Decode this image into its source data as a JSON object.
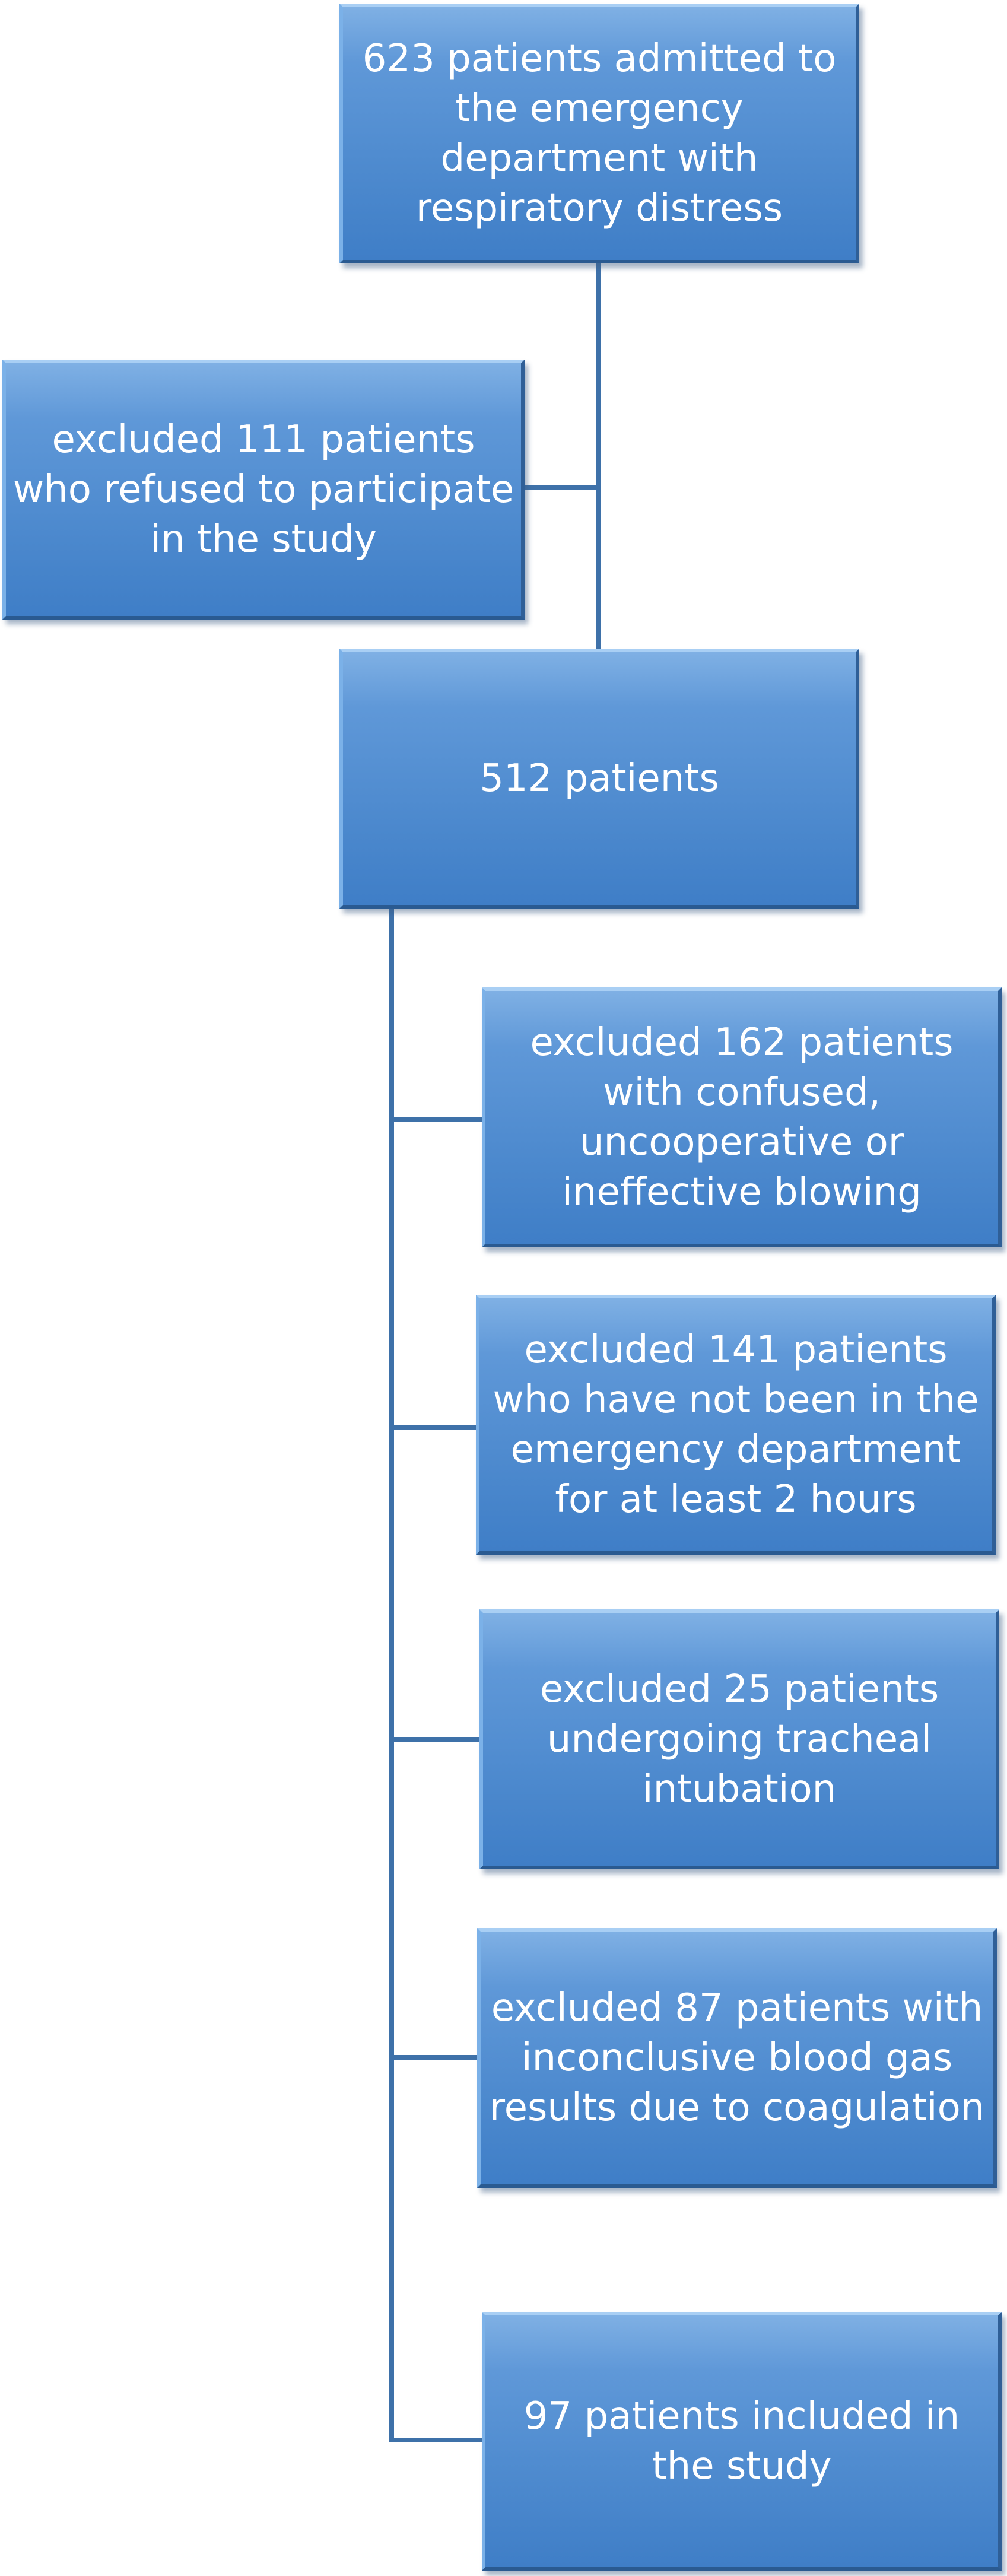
{
  "flowchart": {
    "admitted": "623 patients admitted to the emergency department with respiratory distress",
    "excluded_refused": "excluded 111 patients who refused to participate in the study",
    "remaining": "512 patients",
    "excluded_confused": "excluded 162 patients with confused, uncooperative or ineffective blowing",
    "excluded_time": "excluded 141 patients who have not been in the emergency department for at least 2 hours",
    "excluded_intubation": "excluded 25 patients undergoing tracheal intubation",
    "excluded_coagulation": "excluded 87 patients with inconclusive blood gas results due to coagulation",
    "included": "97 patients included in the study"
  },
  "colors": {
    "box_fill": "#4b88cd",
    "box_highlight": "#a9cff4",
    "connector": "#3e71a9",
    "text": "#ffffff"
  }
}
